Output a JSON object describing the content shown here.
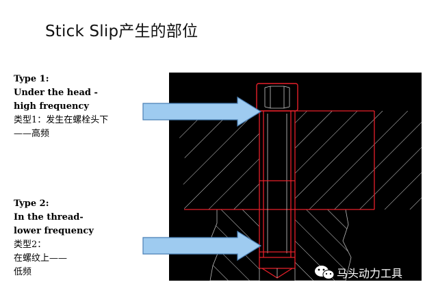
{
  "title": "Stick Slip产生的部位",
  "labels": [
    {
      "en_lines": [
        "Type 1:",
        "Under the head -",
        "high frequency"
      ],
      "zh_lines": [
        "类型1：发生在螺栓头下",
        "——高频"
      ]
    },
    {
      "en_lines": [
        "Type 2:",
        "In the thread-",
        "lower frequency"
      ],
      "zh_lines": [
        "类型2：",
        "在螺纹上——",
        "低频"
      ]
    }
  ],
  "watermark": {
    "text": "马头动力工具",
    "icon": "wechat-icon"
  },
  "colors": {
    "arrow_fill": "#9ecbf0",
    "arrow_stroke": "#4a7fb5",
    "bolt_outline": "#e8202a",
    "drawing_bg": "#000000",
    "hatch": "#d8d8d8"
  }
}
